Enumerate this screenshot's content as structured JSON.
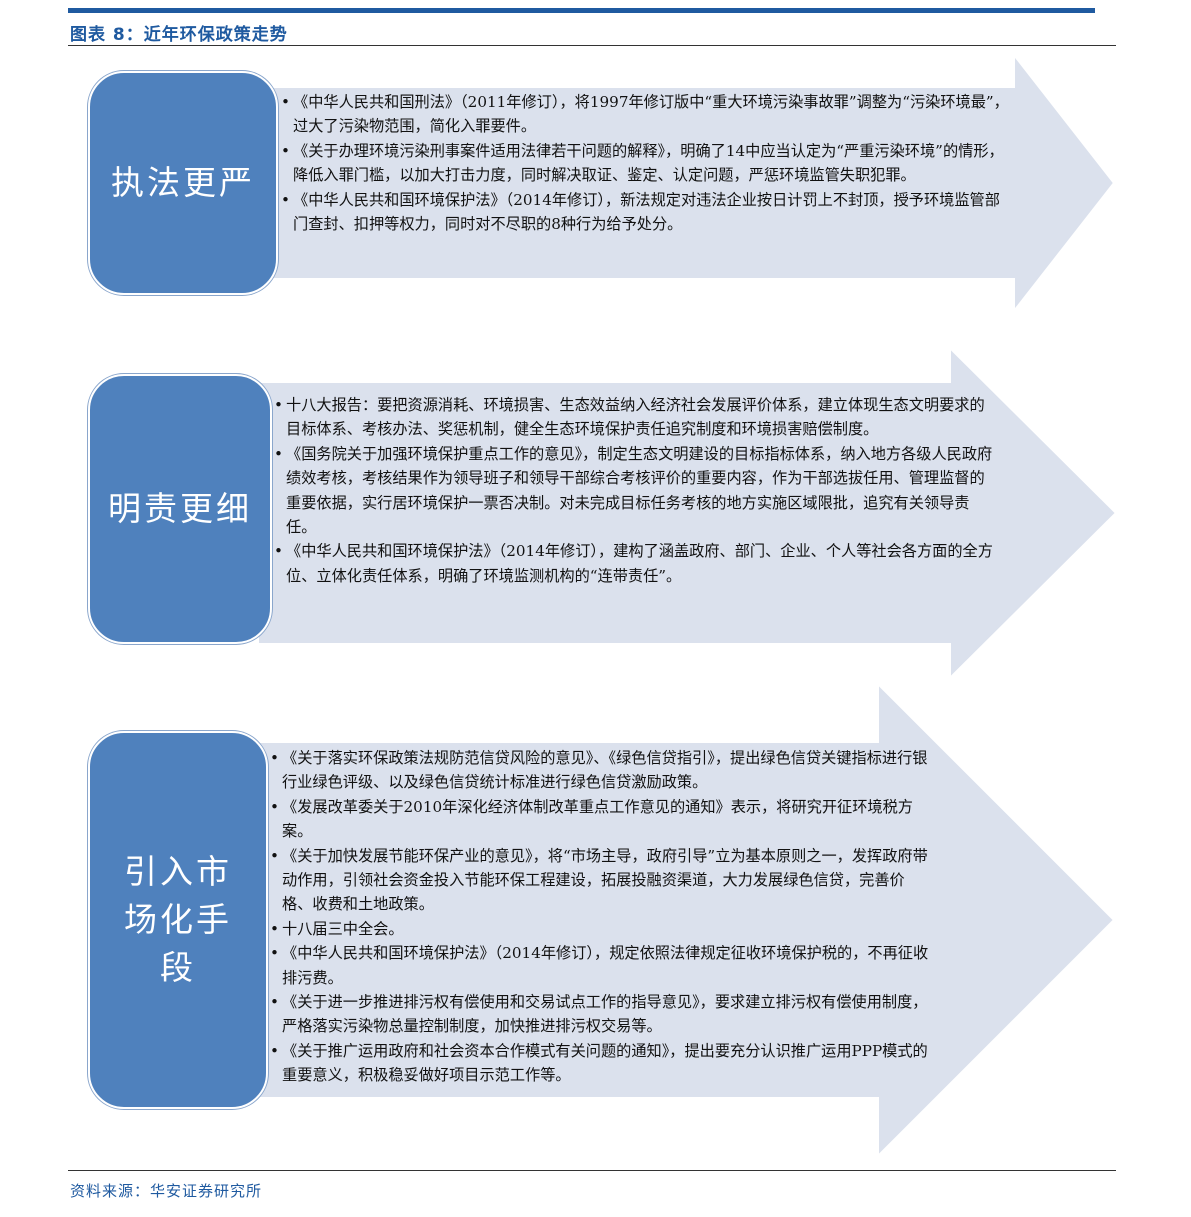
{
  "figure_title": "图表 8：近年环保政策走势",
  "source": "资料来源：华安证券研究所",
  "colors": {
    "accent": "#1f5aa0",
    "pill": "#4f81bd",
    "arrow_fill": "#dbe1ed"
  },
  "sections": [
    {
      "label": "执法更严",
      "items": [
        "《中华人民共和国刑法》（2011年修订），将1997年修订版中“重大环境污染事故罪”调整为“污染环境最”，过大了污染物范围，简化入罪要件。",
        "《关于办理环境污染刑事案件适用法律若干问题的解释》，明确了14中应当认定为“严重污染环境”的情形，降低入罪门槛，以加大打击力度，同时解决取证、鉴定、认定问题，严惩环境监管失职犯罪。",
        "《中华人民共和国环境保护法》（2014年修订），新法规定对违法企业按日计罚上不封顶，授予环境监管部门查封、扣押等权力，同时对不尽职的8种行为给予处分。"
      ]
    },
    {
      "label": "明责更细",
      "items": [
        "十八大报告：要把资源消耗、环境损害、生态效益纳入经济社会发展评价体系，建立体现生态文明要求的目标体系、考核办法、奖惩机制，健全生态环境保护责任追究制度和环境损害赔偿制度。",
        "《国务院关于加强环境保护重点工作的意见》，制定生态文明建设的目标指标体系，纳入地方各级人民政府绩效考核，考核结果作为领导班子和领导干部综合考核评价的重要内容，作为干部选拔任用、管理监督的重要依据，实行居环境保护一票否决制。对未完成目标任务考核的地方实施区域限批，追究有关领导责任。",
        "《中华人民共和国环境保护法》（2014年修订），建构了涵盖政府、部门、企业、个人等社会各方面的全方位、立体化责任体系，明确了环境监测机构的“连带责任”。"
      ]
    },
    {
      "label": "引入市场化手段",
      "items": [
        "《关于落实环保政策法规防范信贷风险的意见》、《绿色信贷指引》，提出绿色信贷关键指标进行银行业绿色评级、以及绿色信贷统计标准进行绿色信贷激励政策。",
        "《发展改革委关于2010年深化经济体制改革重点工作意见的通知》表示，将研究开征环境税方案。",
        "《关于加快发展节能环保产业的意见》，将“市场主导，政府引导”立为基本原则之一，发挥政府带动作用，引领社会资金投入节能环保工程建设，拓展投融资渠道，大力发展绿色信贷，完善价格、收费和土地政策。",
        "十八届三中全会。",
        "《中华人民共和国环境保护法》（2014年修订），规定依照法律规定征收环境保护税的，不再征收排污费。",
        "《关于进一步推进排污权有偿使用和交易试点工作的指导意见》，要求建立排污权有偿使用制度，严格落实污染物总量控制制度，加快推进排污权交易等。",
        "《关于推广运用政府和社会资本合作模式有关问题的通知》，提出要充分认识推广运用PPP模式的重要意义，积极稳妥做好项目示范工作等。"
      ]
    }
  ]
}
